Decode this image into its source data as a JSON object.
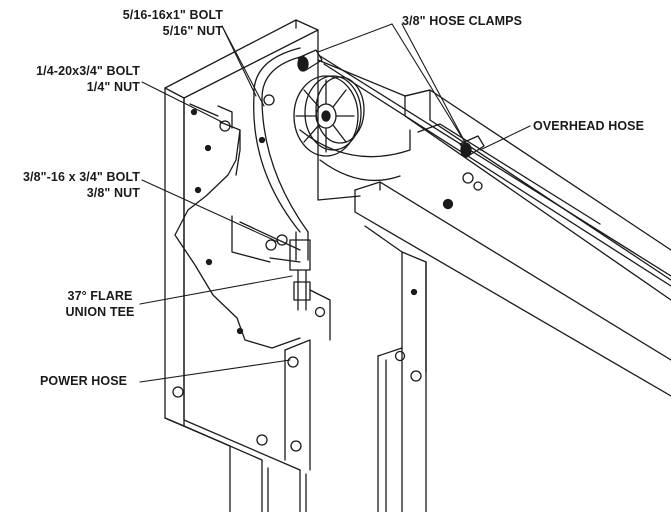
{
  "labels": {
    "bolt_516": "5/16-16x1\" BOLT",
    "nut_516": "5/16\" NUT",
    "hose_clamps": "3/8\" HOSE CLAMPS",
    "bolt_14": "1/4-20x3/4\" BOLT",
    "nut_14": "1/4\" NUT",
    "overhead_hose": "OVERHEAD HOSE",
    "bolt_38": "3/8\"-16 x 3/4\" BOLT",
    "nut_38": "3/8\" NUT",
    "flare_1": "37° FLARE",
    "flare_2": "UNION TEE",
    "power_hose": "POWER HOSE"
  },
  "colors": {
    "ink": "#1a1a1a",
    "background": "#ffffff"
  }
}
